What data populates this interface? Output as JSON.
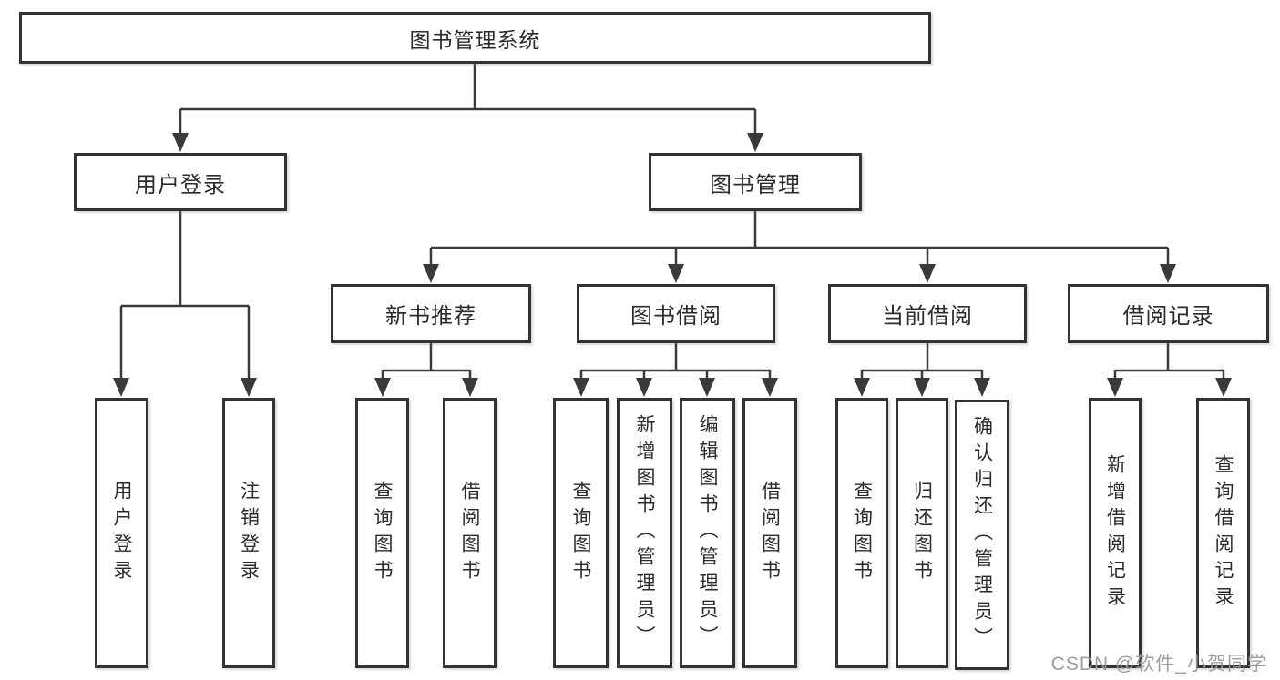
{
  "tree": {
    "label": "图书管理系统",
    "children": [
      {
        "label": "用户登录",
        "children": [
          {
            "label": "用户登录"
          },
          {
            "label": "注销登录"
          }
        ]
      },
      {
        "label": "图书管理",
        "children": [
          {
            "label": "新书推荐",
            "children": [
              {
                "label": "查询图书"
              },
              {
                "label": "借阅图书"
              }
            ]
          },
          {
            "label": "图书借阅",
            "children": [
              {
                "label": "查询图书"
              },
              {
                "label": "新增图书（管理员）"
              },
              {
                "label": "编辑图书（管理员）"
              },
              {
                "label": "借阅图书"
              }
            ]
          },
          {
            "label": "当前借阅",
            "children": [
              {
                "label": "查询图书"
              },
              {
                "label": "归还图书"
              },
              {
                "label": "确认归还（管理员）"
              }
            ]
          },
          {
            "label": "借阅记录",
            "children": [
              {
                "label": "新增借阅记录"
              },
              {
                "label": "查询借阅记录"
              }
            ]
          }
        ]
      }
    ]
  },
  "watermark": {
    "text": "CSDN @软件_小贺同学"
  },
  "colors": {
    "line": "#3a3a3a",
    "box_border": "#333333",
    "text": "#2b2b2b",
    "watermark": "#999999",
    "background": "#ffffff"
  }
}
